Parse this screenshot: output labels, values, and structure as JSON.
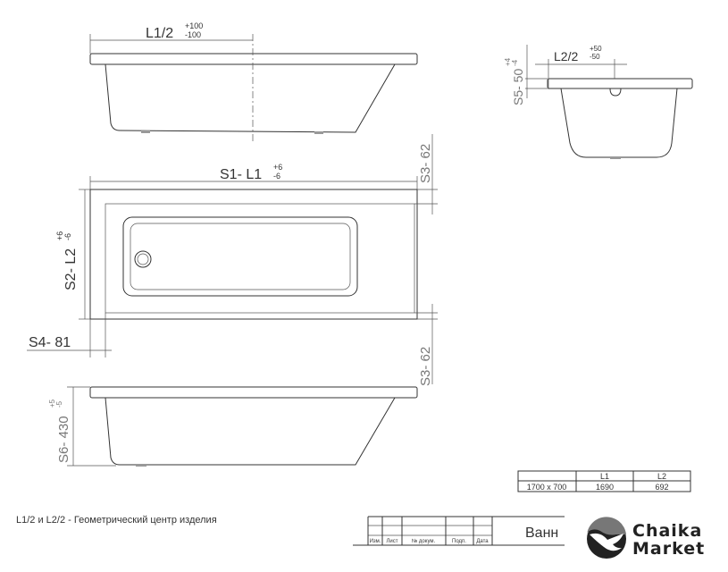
{
  "dimensions": {
    "l1_half": {
      "label": "L1/2",
      "tol_plus": "+100",
      "tol_minus": "-100"
    },
    "l2_half": {
      "label": "L2/2",
      "tol_plus": "+50",
      "tol_minus": "-50"
    },
    "s5": {
      "label": "S5- 50",
      "tol_plus": "+4",
      "tol_minus": "-4"
    },
    "s1": {
      "label": "S1- L1",
      "tol_plus": "+6",
      "tol_minus": "-6"
    },
    "s3_top": {
      "label": "S3- 62"
    },
    "s2": {
      "label": "S2- L2",
      "tol_plus": "+6",
      "tol_minus": "-6"
    },
    "s4": {
      "label": "S4- 81"
    },
    "s3_bottom": {
      "label": "S3- 62"
    },
    "s6": {
      "label": "S6- 430",
      "tol_plus": "+5",
      "tol_minus": "-5"
    }
  },
  "size_table": {
    "headers": [
      "",
      "L1",
      "L2"
    ],
    "rows": [
      [
        "1700 x 700",
        "1690",
        "692"
      ]
    ]
  },
  "note": "L1/2 и L2/2 - Геометрический центр изделия",
  "title_block": {
    "columns": [
      "Изм.",
      "Лист",
      "№ докум.",
      "Подп.",
      "Дата"
    ],
    "title": "Ванн"
  },
  "logo": {
    "line1": "Chaika",
    "line2": "Market"
  }
}
